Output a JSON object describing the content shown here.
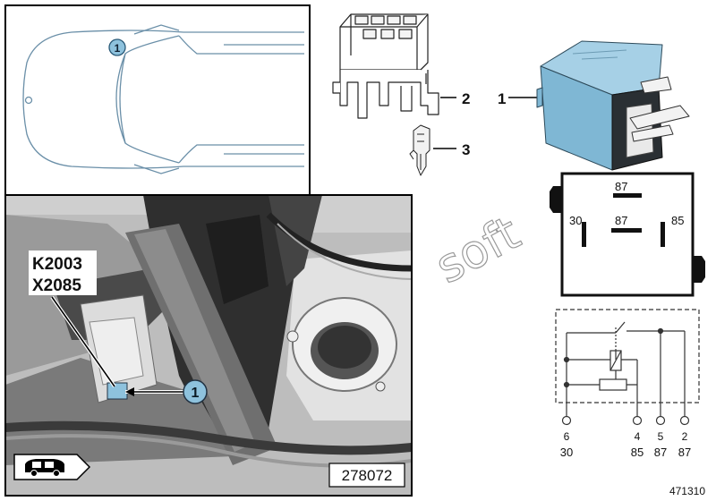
{
  "callouts": {
    "relay": "1",
    "socket": "2",
    "terminal": "3",
    "location": "1"
  },
  "location_labels": {
    "relay_code": "K2003",
    "connector_code": "X2085"
  },
  "photo": {
    "ref_number": "278072"
  },
  "pinout": {
    "top": "87",
    "left": "30",
    "center": "87",
    "right": "85"
  },
  "schematic": {
    "pin_numbers": [
      "6",
      "4",
      "5",
      "2"
    ],
    "terminal_labels": [
      "30",
      "85",
      "87",
      "87"
    ]
  },
  "footer": {
    "diagram_id": "471310"
  },
  "watermark": {
    "text": "soft"
  },
  "colors": {
    "relay_body": "#8cbfd8",
    "relay_dark": "#2a2f33",
    "callout_fill": "#8ec2dd",
    "photo_bg": "#bdbdbd"
  }
}
